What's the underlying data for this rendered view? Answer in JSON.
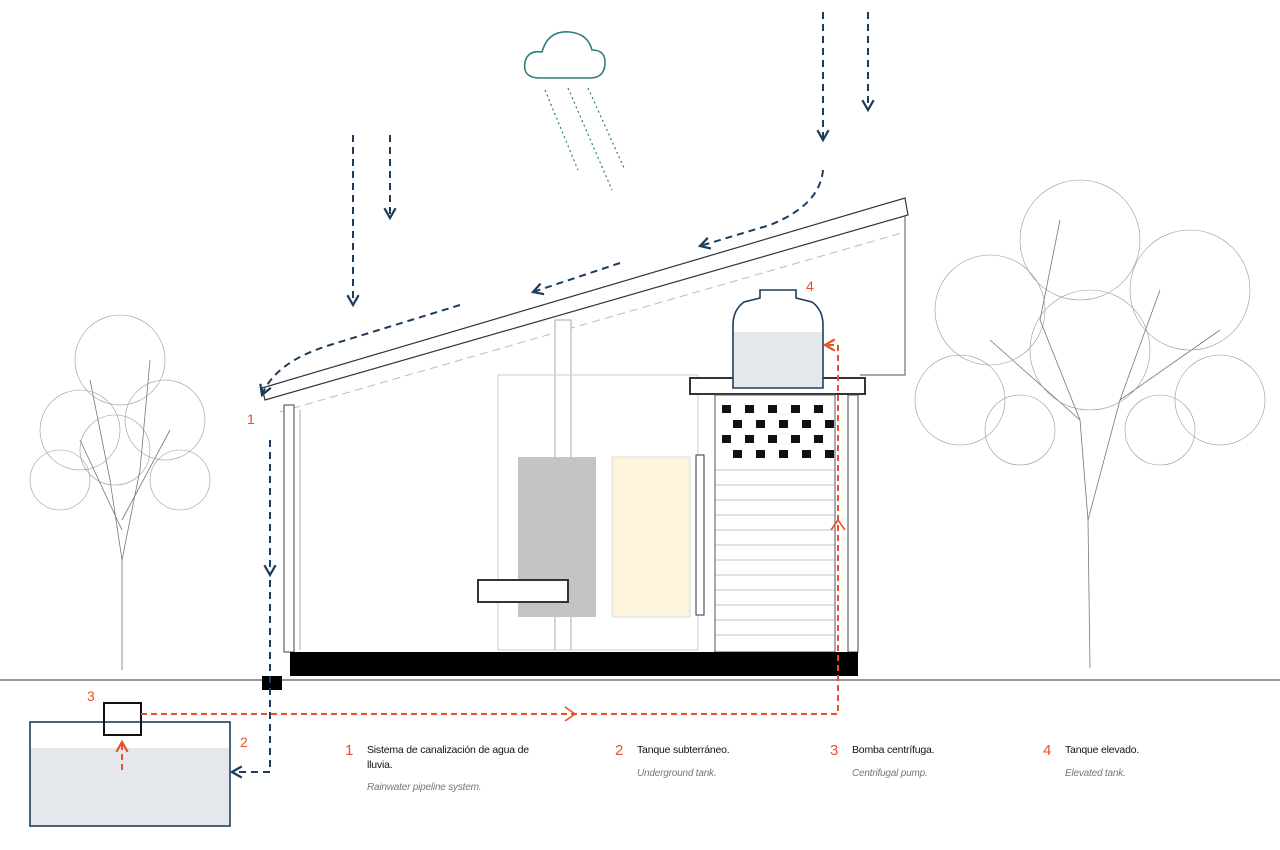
{
  "colors": {
    "accent": "#e8502a",
    "rainwater": "#1d3d5c",
    "cloud": "#2e7d7a",
    "water": "#e4e8ec"
  },
  "markers": {
    "m1": "1",
    "m2": "2",
    "m3": "3",
    "m4": "4"
  },
  "legend": [
    {
      "num": "1",
      "es": "Sistema de canalización de agua de lluvia.",
      "en": "Rainwater pipeline system."
    },
    {
      "num": "2",
      "es": "Tanque subterráneo.",
      "en": "Underground tank."
    },
    {
      "num": "3",
      "es": "Bomba centrífuga.",
      "en": "Centrifugal pump."
    },
    {
      "num": "4",
      "es": "Tanque elevado.",
      "en": "Elevated tank."
    }
  ]
}
